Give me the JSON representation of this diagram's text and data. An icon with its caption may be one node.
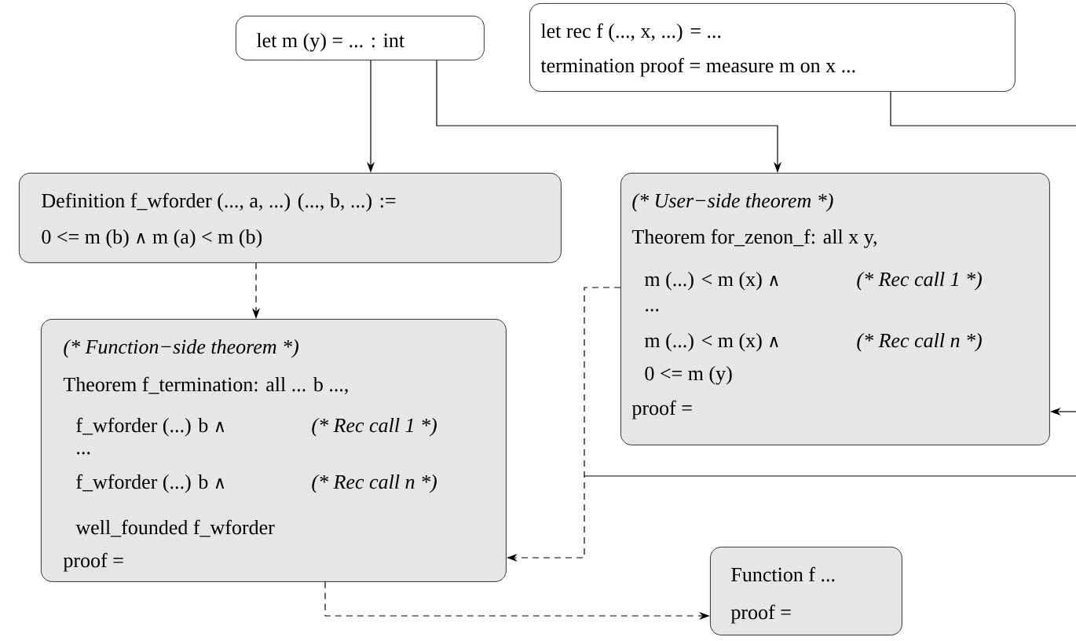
{
  "diagram": {
    "nodes": [
      {
        "text": [
          "let m (y) = ... : int"
        ]
      },
      {
        "text": [
          "let rec f (..., x, ...) = ...",
          "termination proof = measure m on x ..."
        ]
      },
      {
        "text": [
          "Definition f_wforder (..., a, ...) (..., b, ...) :=",
          "0 <= m (b) ∧ m (a) < m (b)"
        ]
      },
      {
        "text": [
          "(* User−side theorem *)",
          "Theorem for_zenon_f: all x y,",
          "m (...) < m (x) ∧",
          "(* Rec call 1 *)",
          "...",
          "m (...) < m (x) ∧",
          "(* Rec call n *)",
          "0 <= m (y)",
          "proof ="
        ]
      },
      {
        "text": [
          "(* Function−side theorem *)",
          "Theorem f_termination: all ... b ...,",
          "f_wforder (...) b  ∧",
          "(* Rec call 1 *)",
          "...",
          "f_wforder (...) b ∧",
          "(* Rec call n *)",
          "well_founded f_wforder",
          "proof ="
        ]
      },
      {
        "text": [
          "Function f ...",
          "proof ="
        ]
      }
    ],
    "edges": [
      {
        "from": 0,
        "to": 2,
        "arrow": "to"
      },
      {
        "from": 0,
        "to": 3,
        "arrow": "to"
      },
      {
        "from": 1,
        "to": null,
        "arrow": "none"
      },
      {
        "from": null,
        "to": 3,
        "arrow": "to"
      },
      {
        "from": 2,
        "to": 4,
        "arrow": "to",
        "style": "dashed"
      },
      {
        "from": 3,
        "to": 4,
        "arrow": "to",
        "style": "dashed"
      },
      {
        "from": 4,
        "to": 5,
        "arrow": "to",
        "style": "dashed"
      }
    ]
  }
}
